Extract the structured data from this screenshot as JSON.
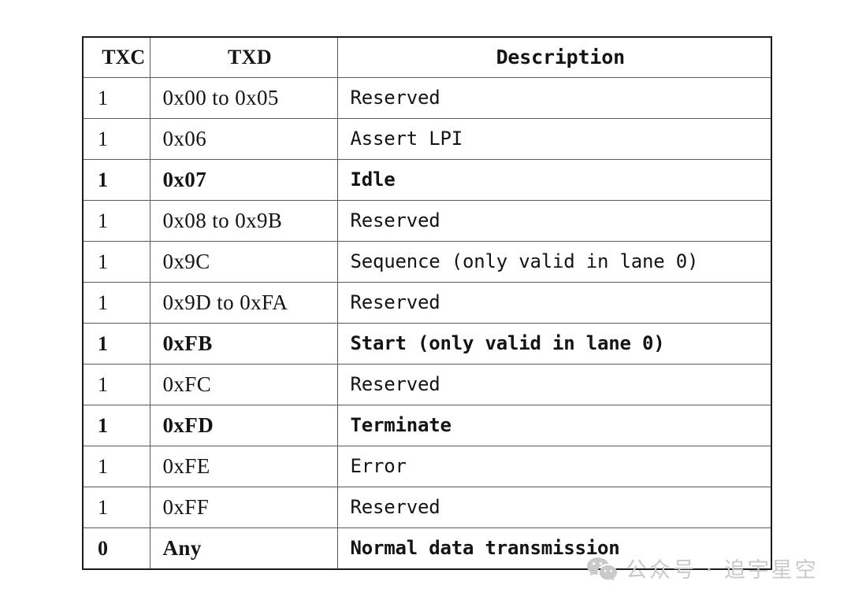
{
  "table": {
    "columns": [
      "TXC",
      "TXD",
      "Description"
    ],
    "rows": [
      {
        "txc": "1",
        "txd": "0x00 to 0x05",
        "description": "Reserved",
        "emphasis": false
      },
      {
        "txc": "1",
        "txd": "0x06",
        "description": "Assert LPI",
        "emphasis": false
      },
      {
        "txc": "1",
        "txd": "0x07",
        "description": "Idle",
        "emphasis": true
      },
      {
        "txc": "1",
        "txd": "0x08 to 0x9B",
        "description": "Reserved",
        "emphasis": false
      },
      {
        "txc": "1",
        "txd": "0x9C",
        "description": "Sequence (only valid in lane 0)",
        "emphasis": false
      },
      {
        "txc": "1",
        "txd": "0x9D to 0xFA",
        "description": "Reserved",
        "emphasis": false
      },
      {
        "txc": "1",
        "txd": "0xFB",
        "description": "Start (only valid in lane 0)",
        "emphasis": true
      },
      {
        "txc": "1",
        "txd": "0xFC",
        "description": "Reserved",
        "emphasis": false
      },
      {
        "txc": "1",
        "txd": "0xFD",
        "description": "Terminate",
        "emphasis": true
      },
      {
        "txc": "1",
        "txd": "0xFE",
        "description": "Error",
        "emphasis": false
      },
      {
        "txc": "1",
        "txd": "0xFF",
        "description": "Reserved",
        "emphasis": false
      },
      {
        "txc": "0",
        "txd": "Any",
        "description": "Normal data transmission",
        "emphasis": true
      }
    ]
  },
  "watermark": {
    "icon": "wechat-icon",
    "text": "公众号 · 追宇星空",
    "color": "#c9c9c9"
  },
  "colors": {
    "page_background": "#ffffff",
    "text": "#141414",
    "border_inner": "#5a5a5a",
    "border_outer": "#1a1a1a",
    "watermark": "#c9c9c9"
  }
}
